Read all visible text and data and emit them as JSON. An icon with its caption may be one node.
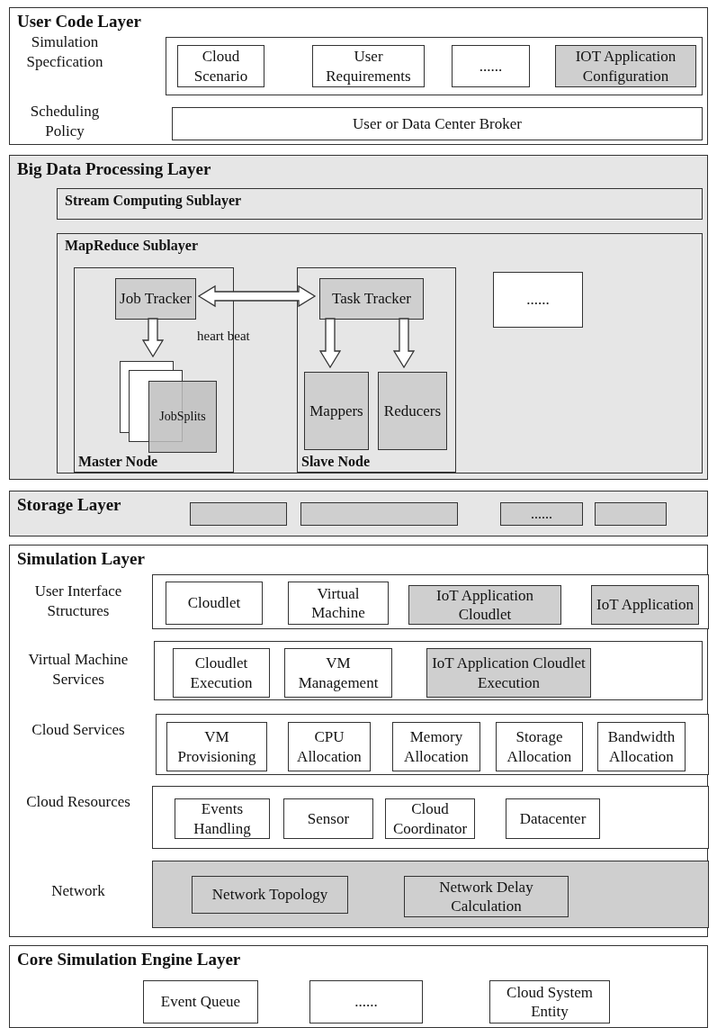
{
  "diagram": {
    "nodes": [
      {
        "text": [
          "User Code Layer"
        ]
      },
      {
        "text": [],
        "shape": "box",
        "in": 0
      },
      {
        "text": [
          "Cloud Scenario"
        ],
        "in": 1
      },
      {
        "text": [
          "User Requirements"
        ],
        "in": 1
      },
      {
        "text": [
          "......"
        ],
        "in": 1
      },
      {
        "text": [
          "IOT Application Configuration"
        ],
        "in": 1
      },
      {
        "text": [
          "User or Data Center Broker"
        ],
        "in": 0
      },
      {
        "text": [
          "Big Data Processing Layer"
        ]
      },
      {
        "text": [
          "Stream Computing Sublayer"
        ],
        "in": 7
      },
      {
        "text": [
          "MapReduce Sublayer"
        ],
        "in": 7
      },
      {
        "text": [
          "Master Node"
        ],
        "in": 9
      },
      {
        "text": [
          "Job Tracker"
        ],
        "in": 10
      },
      {
        "text": [
          "JobSplits"
        ],
        "in": 10
      },
      {
        "text": [
          "Slave Node"
        ],
        "in": 9
      },
      {
        "text": [
          "Task Tracker"
        ],
        "in": 13
      },
      {
        "text": [
          "Mappers"
        ],
        "in": 13
      },
      {
        "text": [
          "Reducers"
        ],
        "in": 13
      },
      {
        "text": [
          "......"
        ],
        "in": 9
      },
      {
        "text": [
          "Storage Layer"
        ]
      },
      {
        "text": [],
        "shape": "box",
        "in": 18
      },
      {
        "text": [],
        "shape": "box",
        "in": 18
      },
      {
        "text": [
          "......"
        ],
        "in": 18
      },
      {
        "text": [],
        "shape": "box",
        "in": 18
      },
      {
        "text": [
          "Simulation Layer"
        ]
      },
      {
        "text": [],
        "shape": "box",
        "in": 23
      },
      {
        "text": [
          "Cloudlet"
        ],
        "in": 24
      },
      {
        "text": [
          "Virtual Machine"
        ],
        "in": 24
      },
      {
        "text": [
          "IoT Application Cloudlet"
        ],
        "in": 24
      },
      {
        "text": [
          "IoT Application"
        ],
        "in": 24
      },
      {
        "text": [],
        "shape": "box",
        "in": 23
      },
      {
        "text": [
          "Cloudlet Execution"
        ],
        "in": 29
      },
      {
        "text": [
          "VM Management"
        ],
        "in": 29
      },
      {
        "text": [
          "IoT Application Cloudlet Execution"
        ],
        "in": 29
      },
      {
        "text": [],
        "shape": "box",
        "in": 23
      },
      {
        "text": [
          "VM Provisioning"
        ],
        "in": 33
      },
      {
        "text": [
          "CPU Allocation"
        ],
        "in": 33
      },
      {
        "text": [
          "Memory Allocation"
        ],
        "in": 33
      },
      {
        "text": [
          "Storage Allocation"
        ],
        "in": 33
      },
      {
        "text": [
          "Bandwidth Allocation"
        ],
        "in": 33
      },
      {
        "text": [],
        "shape": "box",
        "in": 23
      },
      {
        "text": [
          "Events Handling"
        ],
        "in": 39
      },
      {
        "text": [
          "Sensor"
        ],
        "in": 39
      },
      {
        "text": [
          "Cloud Coordinator"
        ],
        "in": 39
      },
      {
        "text": [
          "Datacenter"
        ],
        "in": 39
      },
      {
        "text": [],
        "shape": "box",
        "in": 23
      },
      {
        "text": [
          "Network Topology"
        ],
        "in": 44
      },
      {
        "text": [
          "Network Delay Calculation"
        ],
        "in": 44
      },
      {
        "text": [
          "Core Simulation Engine Layer"
        ]
      },
      {
        "text": [
          "Event Queue"
        ],
        "in": 47
      },
      {
        "text": [
          "......"
        ],
        "in": 47
      },
      {
        "text": [
          "Cloud System Entity"
        ],
        "in": 47
      }
    ],
    "edges": [
      {
        "from": 11,
        "to": 14,
        "arrow": "both",
        "label": "heart beat"
      },
      {
        "from": 11,
        "to": 12,
        "arrow": "to"
      },
      {
        "from": 14,
        "to": 15,
        "arrow": "to"
      },
      {
        "from": 14,
        "to": 16,
        "arrow": "to"
      }
    ],
    "labels": [
      "Simulation Specfication",
      "Scheduling Policy",
      "User Interface Structures",
      "Virtual Machine Services",
      "Cloud Services",
      "Cloud Resources",
      "Network"
    ]
  }
}
